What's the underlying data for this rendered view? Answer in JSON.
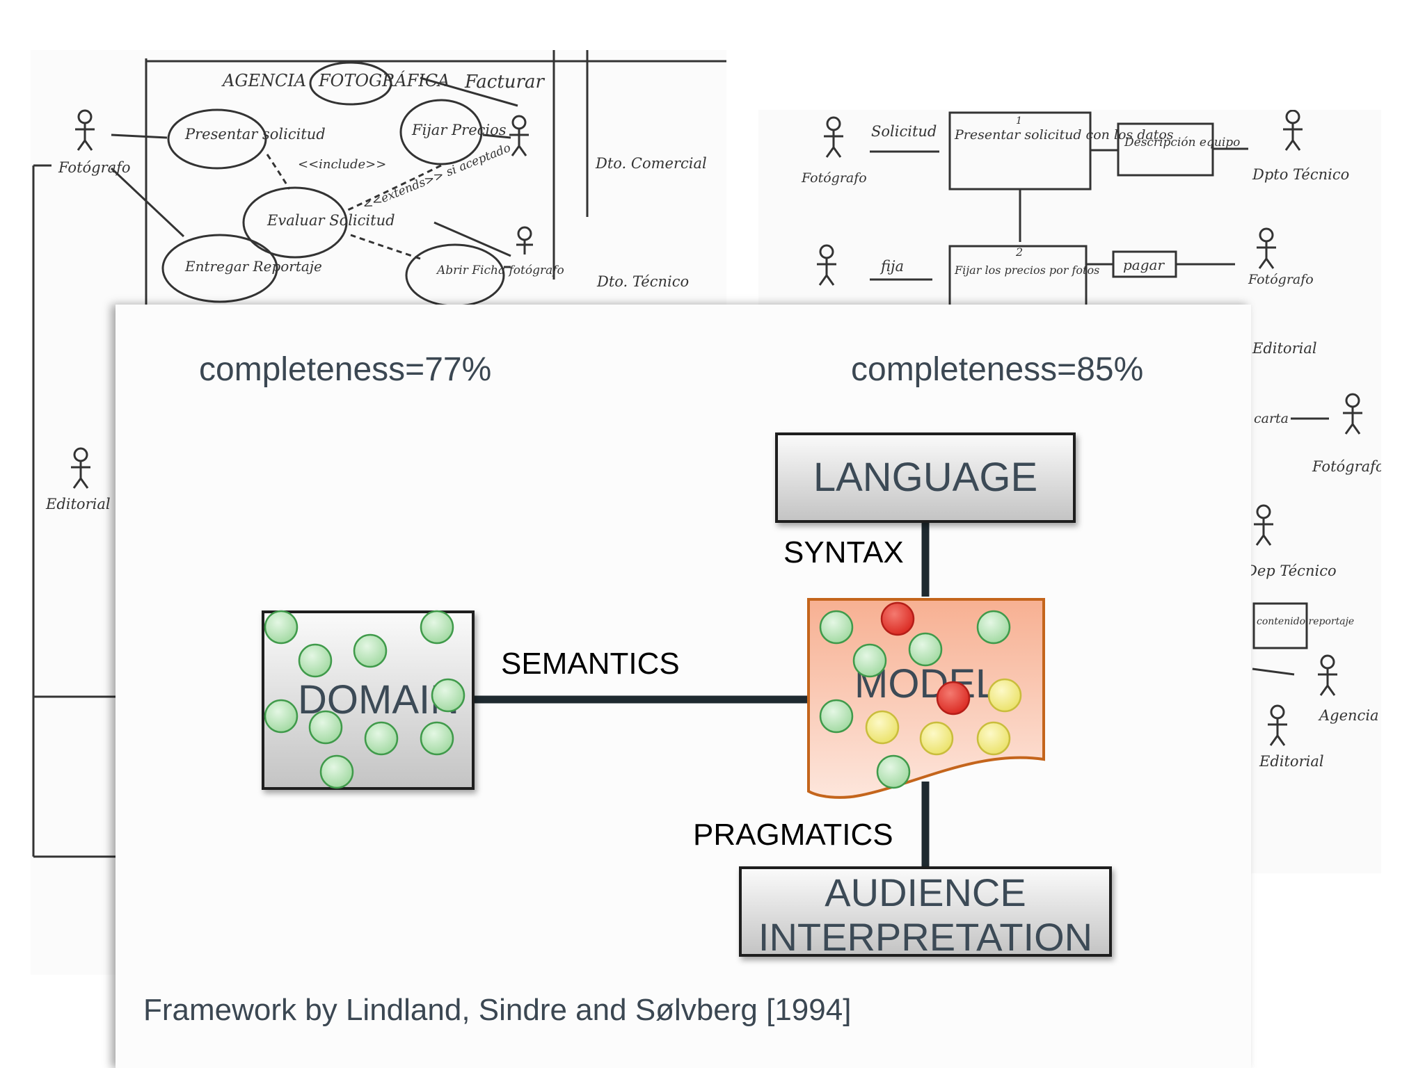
{
  "sketch_left": {
    "title_words": [
      "AGENCIA",
      "FOTOGRÁFICA"
    ],
    "bubbles": [
      "Facturar",
      "Presentar solicitud",
      "Fijar Precios",
      "Evaluar Solicitud",
      "Entregar Reportaje",
      "Abrir Ficha fotógrafo"
    ],
    "notes": [
      "<<include>>",
      "<<extends>> si aceptado"
    ],
    "actors": [
      "Fotógrafo",
      "Dto. Comercial",
      "Dto. Técnico",
      "Editorial"
    ]
  },
  "sketch_right": {
    "labels": [
      "Solicitud",
      "Presentar solicitud con los datos",
      "Descripción equipo",
      "Dpto Técnico",
      "Fotógrafo",
      "fija",
      "Fijar los precios por fotos",
      "pagar",
      "Fotógrafo",
      "Editorial",
      "carta",
      "Fotógrafo",
      "Dep Técnico",
      "contenido reportaje",
      "Agencia",
      "Editorial"
    ],
    "step_numbers": [
      "1",
      "2"
    ]
  },
  "slide": {
    "completeness_left": "completeness=77%",
    "completeness_right": "completeness=85%",
    "language": "LANGUAGE",
    "syntax": "SYNTAX",
    "semantics": "SEMANTICS",
    "domain": "DOMAIN",
    "model": "MODEL",
    "pragmatics": "PRAGMATICS",
    "audience_line1": "AUDIENCE",
    "audience_line2": "INTERPRETATION",
    "citation": "Framework by Lindland, Sindre and Sølvberg [1994]"
  },
  "colors": {
    "green_dot": "#b8e6b8",
    "red_dot": "#e53b34",
    "yellow_dot": "#f2ec86",
    "model_fill": "#f8b598",
    "model_border": "#c4651c",
    "text_dark": "#3b4752"
  }
}
